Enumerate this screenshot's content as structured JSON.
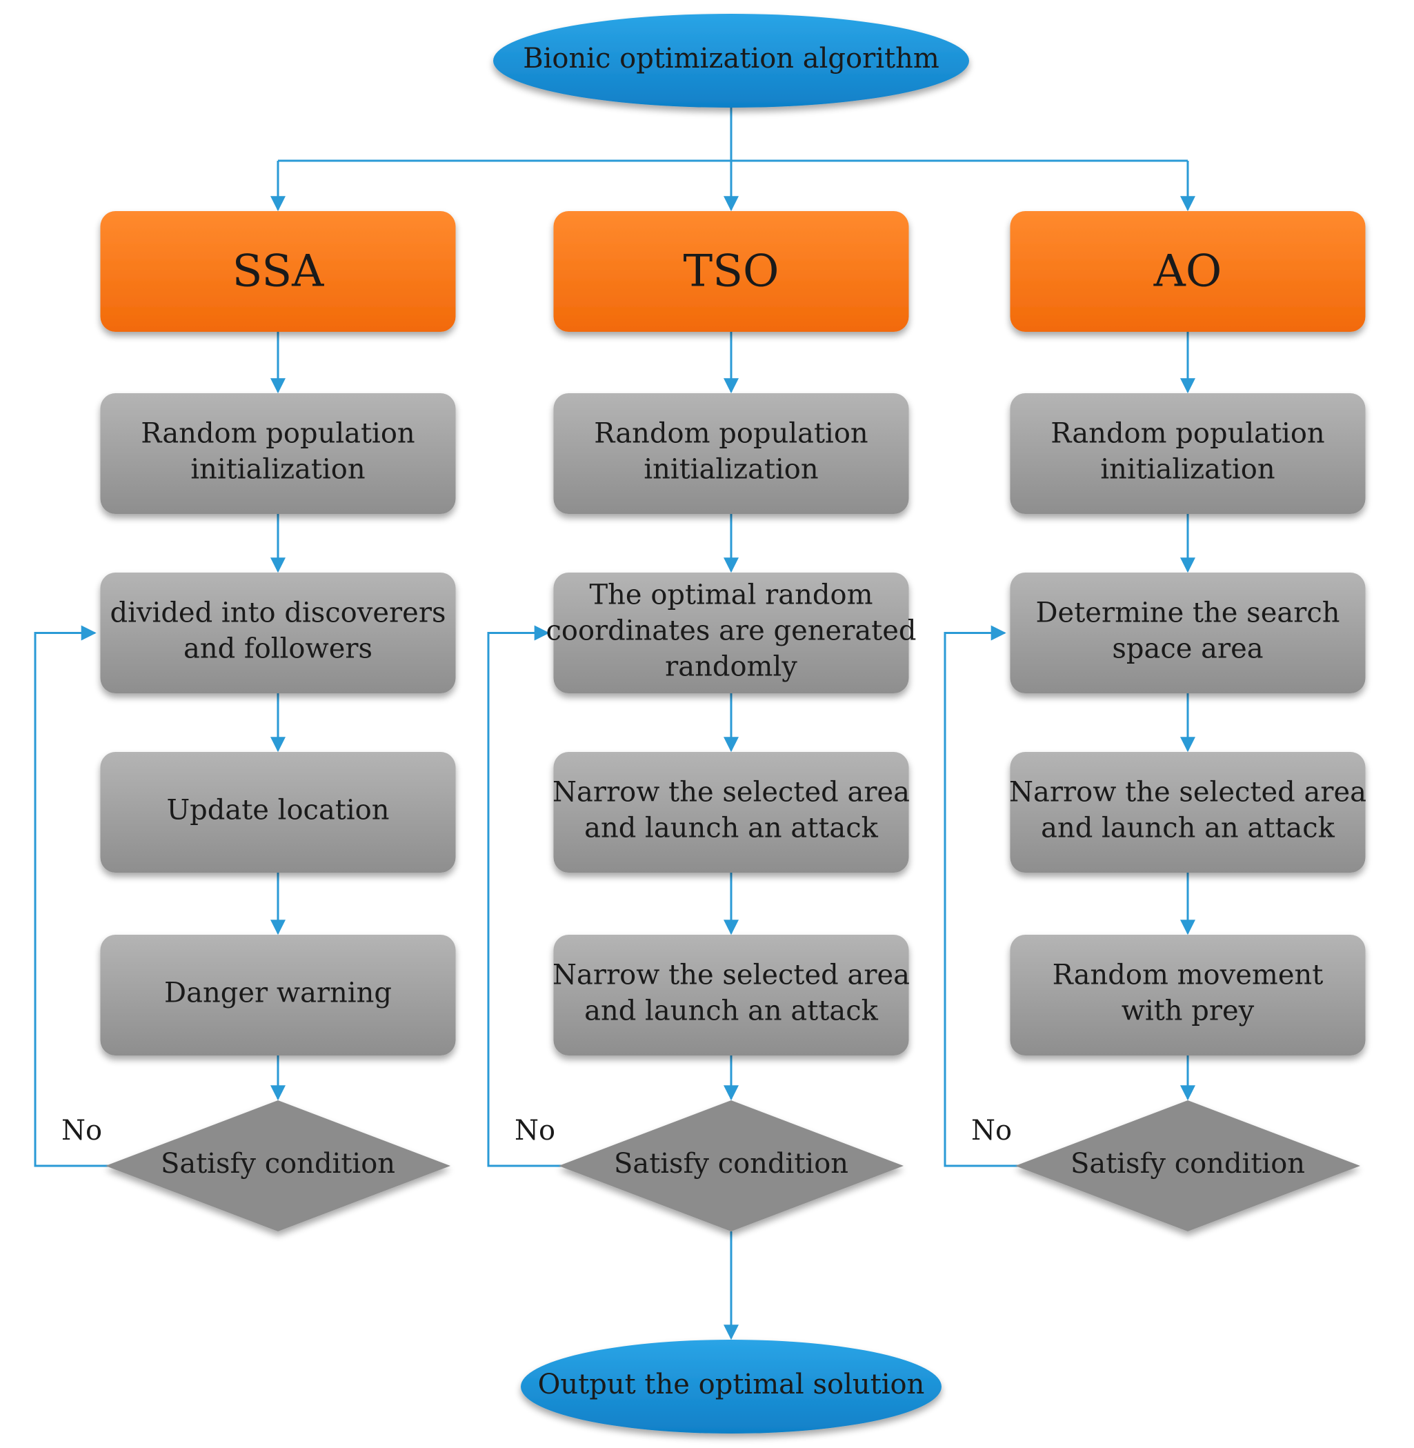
{
  "start_oval": "Bionic optimization algorithm",
  "end_oval": "Output the optimal solution",
  "no_label": "No",
  "columns": [
    {
      "title": "SSA",
      "steps": [
        [
          "Random population",
          "initialization"
        ],
        [
          "divided into discoverers",
          "and followers"
        ],
        [
          "Update location"
        ],
        [
          "Danger warning"
        ]
      ],
      "decision": "Satisfy condition"
    },
    {
      "title": "TSO",
      "steps": [
        [
          "Random population",
          "initialization"
        ],
        [
          "The optimal random",
          "coordinates are generated",
          "randomly"
        ],
        [
          "Narrow the selected area",
          "and launch an attack"
        ],
        [
          "Narrow the selected area",
          "and launch an attack"
        ]
      ],
      "decision": "Satisfy condition"
    },
    {
      "title": "AO",
      "steps": [
        [
          "Random population",
          "initialization"
        ],
        [
          "Determine the search",
          "space area"
        ],
        [
          "Narrow the selected area",
          "and launch an attack"
        ],
        [
          "Random movement",
          "with prey"
        ]
      ],
      "decision": "Satisfy condition"
    }
  ],
  "colors": {
    "connector": "#2a9ad6",
    "oval_fill": "#1a8fd6",
    "title_fill": "#ff7a1a",
    "step_fill": "#9a9a9a",
    "decision_fill": "#8c8c8c"
  }
}
